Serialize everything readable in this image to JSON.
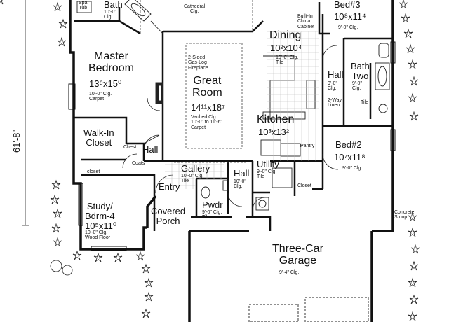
{
  "overall_dimension": "61'-8\"",
  "rooms": {
    "bath_master": {
      "name": "Bath",
      "clg": "10'-0\"\nClg."
    },
    "spa_tub": "Spa\nTub",
    "cathedral": "Cathedral\nClg.",
    "bed3": {
      "name": "Bed#3",
      "size": "10⁸x11⁴",
      "clg": "9'-0\" Clg."
    },
    "built_in": "Built-In\nChina\nCabinet",
    "dining": {
      "name": "Dining",
      "size": "10²x10⁴",
      "clg": "10'-0\" Clg.\nTile"
    },
    "master": {
      "name": "Master\nBedroom",
      "size": "13⁹x15⁰",
      "clg": "10'-0\" Clg.\nCarpet"
    },
    "fireplace": "2-Sided\nGas-Log\nFireplace",
    "great_room": {
      "name": "Great\nRoom",
      "size": "14¹¹x18⁷",
      "clg": "Vaulted Clg.\n10'-0\" to 11'-6\"\nCarpet"
    },
    "hall_right": {
      "name": "Hall",
      "clg": "9'-0\"\nClg."
    },
    "bath_two": {
      "name": "Bath\nTwo",
      "clg": "9'-0\"\nClg."
    },
    "linen": "2-Way\nLinen",
    "tile": "Tile",
    "kitchen": {
      "name": "Kitchen",
      "size": "10³x13²"
    },
    "pantry": "Pantry",
    "walkin": {
      "name": "Walk-In\nCloset"
    },
    "chest": "Chest",
    "hall_master": "Hall",
    "coats": "Coats",
    "bed2": {
      "name": "Bed#2",
      "size": "10⁷x11⁸",
      "clg": "9'-0\" Clg."
    },
    "closet_left": "closet",
    "gallery": {
      "name": "Gallery",
      "clg": "10'-0\" Clg.\nTile"
    },
    "hall_center": {
      "name": "Hall",
      "clg": "10'-0\"\nClg."
    },
    "utility": {
      "name": "Utility",
      "clg": "9'-0\" Clg.\nTile"
    },
    "closet_right": "Closet",
    "entry": "Entry",
    "study": {
      "name": "Study/\nBdrm-4",
      "size": "10⁵x11⁰",
      "clg": "10'-0\" Clg.\nWood Floor"
    },
    "porch": {
      "name": "Covered\nPorch"
    },
    "pwdr": {
      "name": "Pwdr",
      "clg": "9'-0\" Clg.\nTile"
    },
    "stoop": "Concrete\nStoop",
    "garage": {
      "name": "Three-Car\nGarage",
      "clg": "9'-4\" Clg."
    }
  }
}
